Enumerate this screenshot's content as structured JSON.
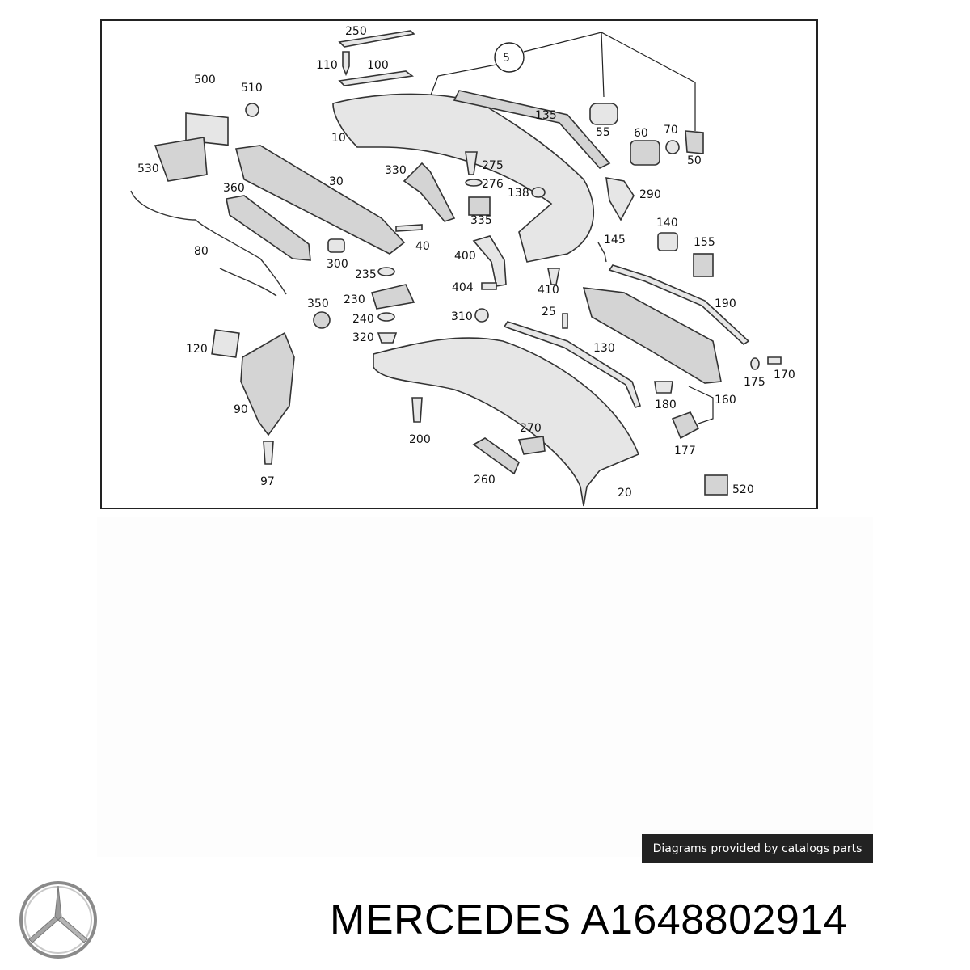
{
  "diagram": {
    "callout_group": "5",
    "labels": [
      {
        "id": "250",
        "text": "250"
      },
      {
        "id": "110",
        "text": "110"
      },
      {
        "id": "100",
        "text": "100"
      },
      {
        "id": "500",
        "text": "500"
      },
      {
        "id": "510",
        "text": "510"
      },
      {
        "id": "10",
        "text": "10"
      },
      {
        "id": "135",
        "text": "135"
      },
      {
        "id": "55",
        "text": "55"
      },
      {
        "id": "60",
        "text": "60"
      },
      {
        "id": "70",
        "text": "70"
      },
      {
        "id": "50",
        "text": "50"
      },
      {
        "id": "530",
        "text": "530"
      },
      {
        "id": "30",
        "text": "30"
      },
      {
        "id": "360",
        "text": "360"
      },
      {
        "id": "330",
        "text": "330"
      },
      {
        "id": "275",
        "text": "275"
      },
      {
        "id": "276",
        "text": "276"
      },
      {
        "id": "138",
        "text": "138"
      },
      {
        "id": "290",
        "text": "290"
      },
      {
        "id": "335",
        "text": "335"
      },
      {
        "id": "140",
        "text": "140"
      },
      {
        "id": "145",
        "text": "145"
      },
      {
        "id": "155",
        "text": "155"
      },
      {
        "id": "80",
        "text": "80"
      },
      {
        "id": "40",
        "text": "40"
      },
      {
        "id": "300",
        "text": "300"
      },
      {
        "id": "400",
        "text": "400"
      },
      {
        "id": "235",
        "text": "235"
      },
      {
        "id": "404",
        "text": "404"
      },
      {
        "id": "410",
        "text": "410"
      },
      {
        "id": "230",
        "text": "230"
      },
      {
        "id": "350",
        "text": "350"
      },
      {
        "id": "190",
        "text": "190"
      },
      {
        "id": "240",
        "text": "240"
      },
      {
        "id": "310",
        "text": "310"
      },
      {
        "id": "25",
        "text": "25"
      },
      {
        "id": "320",
        "text": "320"
      },
      {
        "id": "120",
        "text": "120"
      },
      {
        "id": "130",
        "text": "130"
      },
      {
        "id": "175",
        "text": "175"
      },
      {
        "id": "170",
        "text": "170"
      },
      {
        "id": "90",
        "text": "90"
      },
      {
        "id": "180",
        "text": "180"
      },
      {
        "id": "160",
        "text": "160"
      },
      {
        "id": "200",
        "text": "200"
      },
      {
        "id": "270",
        "text": "270"
      },
      {
        "id": "177",
        "text": "177"
      },
      {
        "id": "97",
        "text": "97"
      },
      {
        "id": "260",
        "text": "260"
      },
      {
        "id": "520",
        "text": "520"
      },
      {
        "id": "20",
        "text": "20"
      }
    ]
  },
  "credit": "Diagrams provided by catalogs parts",
  "brand": {
    "logo_icon": "three-pointed-star-icon",
    "title": "MERCEDES A1648802914"
  }
}
